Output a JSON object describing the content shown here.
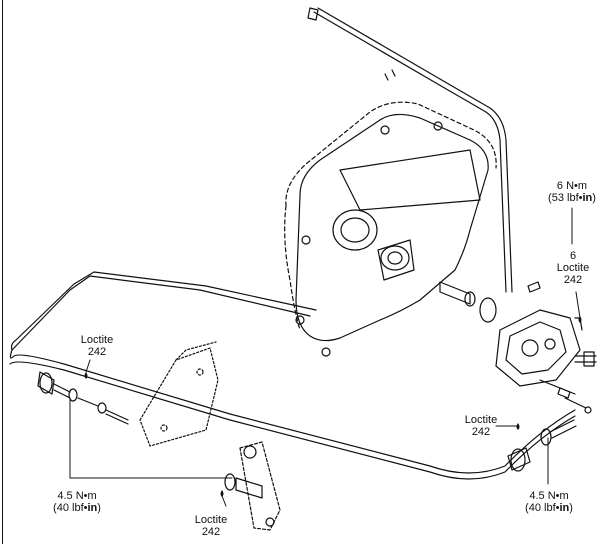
{
  "callouts": {
    "torque_top": {
      "value": "6 N•m",
      "imperial_prefix": "(53 lbf•",
      "imperial_unit": "in",
      "imperial_suffix": ")"
    },
    "loctite_top": {
      "brand": "Loctite",
      "code": "242",
      "tag": "6"
    },
    "loctite_left": {
      "brand": "Loctite",
      "code": "242"
    },
    "loctite_right": {
      "brand": "Loctite",
      "code": "242"
    },
    "loctite_bottom": {
      "brand": "Loctite",
      "code": "242"
    },
    "torque_left": {
      "value": "4.5 N•m",
      "imperial_prefix": "(40 lbf•",
      "imperial_unit": "in",
      "imperial_suffix": ")"
    },
    "torque_right": {
      "value": "4.5 N•m",
      "imperial_prefix": "(40 lbf•",
      "imperial_unit": "in",
      "imperial_suffix": ")"
    }
  }
}
